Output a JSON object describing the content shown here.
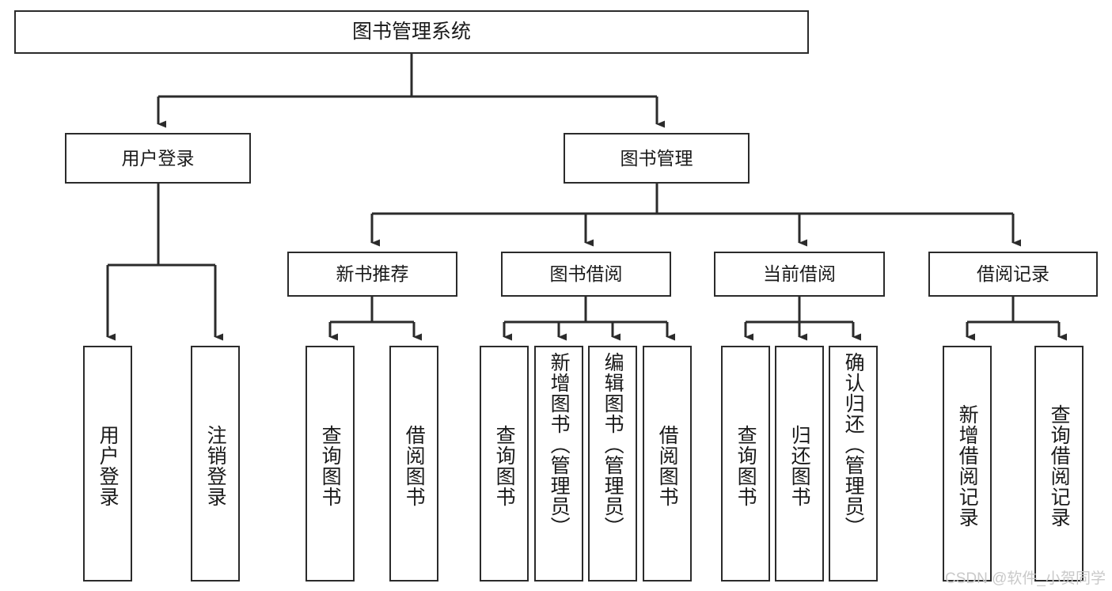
{
  "diagram": {
    "title": "图书管理系统",
    "type": "tree-hierarchy-diagram",
    "colors": {
      "box_border": "#2b2b2b",
      "box_fill": "#ffffff",
      "connector": "#2b2b2b",
      "watermark": "#c9c9c9",
      "background": "#ffffff"
    },
    "root": {
      "label": "图书管理系统"
    },
    "level1": [
      {
        "label": "用户登录"
      },
      {
        "label": "图书管理"
      }
    ],
    "level2": [
      {
        "label": "新书推荐"
      },
      {
        "label": "图书借阅"
      },
      {
        "label": "当前借阅"
      },
      {
        "label": "借阅记录"
      }
    ],
    "leaves": {
      "user_login": [
        {
          "label": "用户登录"
        },
        {
          "label": "注销登录"
        }
      ],
      "new_book_recommend": [
        {
          "label": "查询图书"
        },
        {
          "label": "借阅图书"
        }
      ],
      "book_borrow": [
        {
          "label": "查询图书"
        },
        {
          "label": "新增图书（管理员）"
        },
        {
          "label": "编辑图书（管理员）"
        },
        {
          "label": "借阅图书"
        }
      ],
      "current_borrow": [
        {
          "label": "查询图书"
        },
        {
          "label": "归还图书"
        },
        {
          "label": "确认归还（管理员）"
        }
      ],
      "borrow_record": [
        {
          "label": "新增借阅记录"
        },
        {
          "label": "查询借阅记录"
        }
      ]
    }
  },
  "watermark": {
    "text": "CSDN @软件_小贺同学"
  }
}
